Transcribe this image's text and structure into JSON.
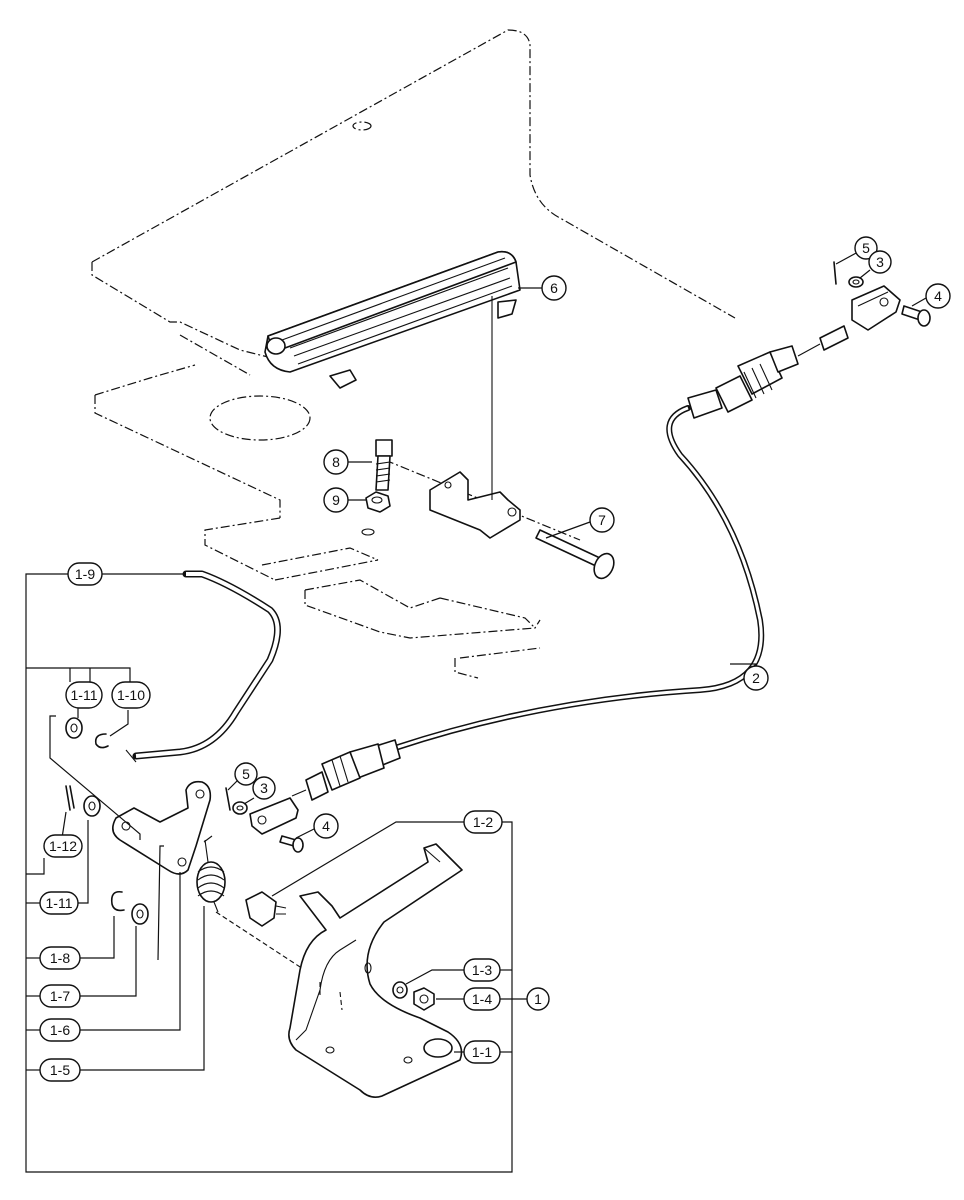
{
  "callouts": {
    "p1": "1",
    "p1_1": "1-1",
    "p1_2": "1-2",
    "p1_3": "1-3",
    "p1_4": "1-4",
    "p1_5": "1-5",
    "p1_6": "1-6",
    "p1_7": "1-7",
    "p1_8": "1-8",
    "p1_9": "1-9",
    "p1_10": "1-10",
    "p1_11a": "1-11",
    "p1_11b": "1-11",
    "p1_12": "1-12",
    "p2": "2",
    "p3a": "3",
    "p3b": "3",
    "p4a": "4",
    "p4b": "4",
    "p5a": "5",
    "p5b": "5",
    "p6": "6",
    "p7": "7",
    "p8": "8",
    "p9": "9"
  }
}
